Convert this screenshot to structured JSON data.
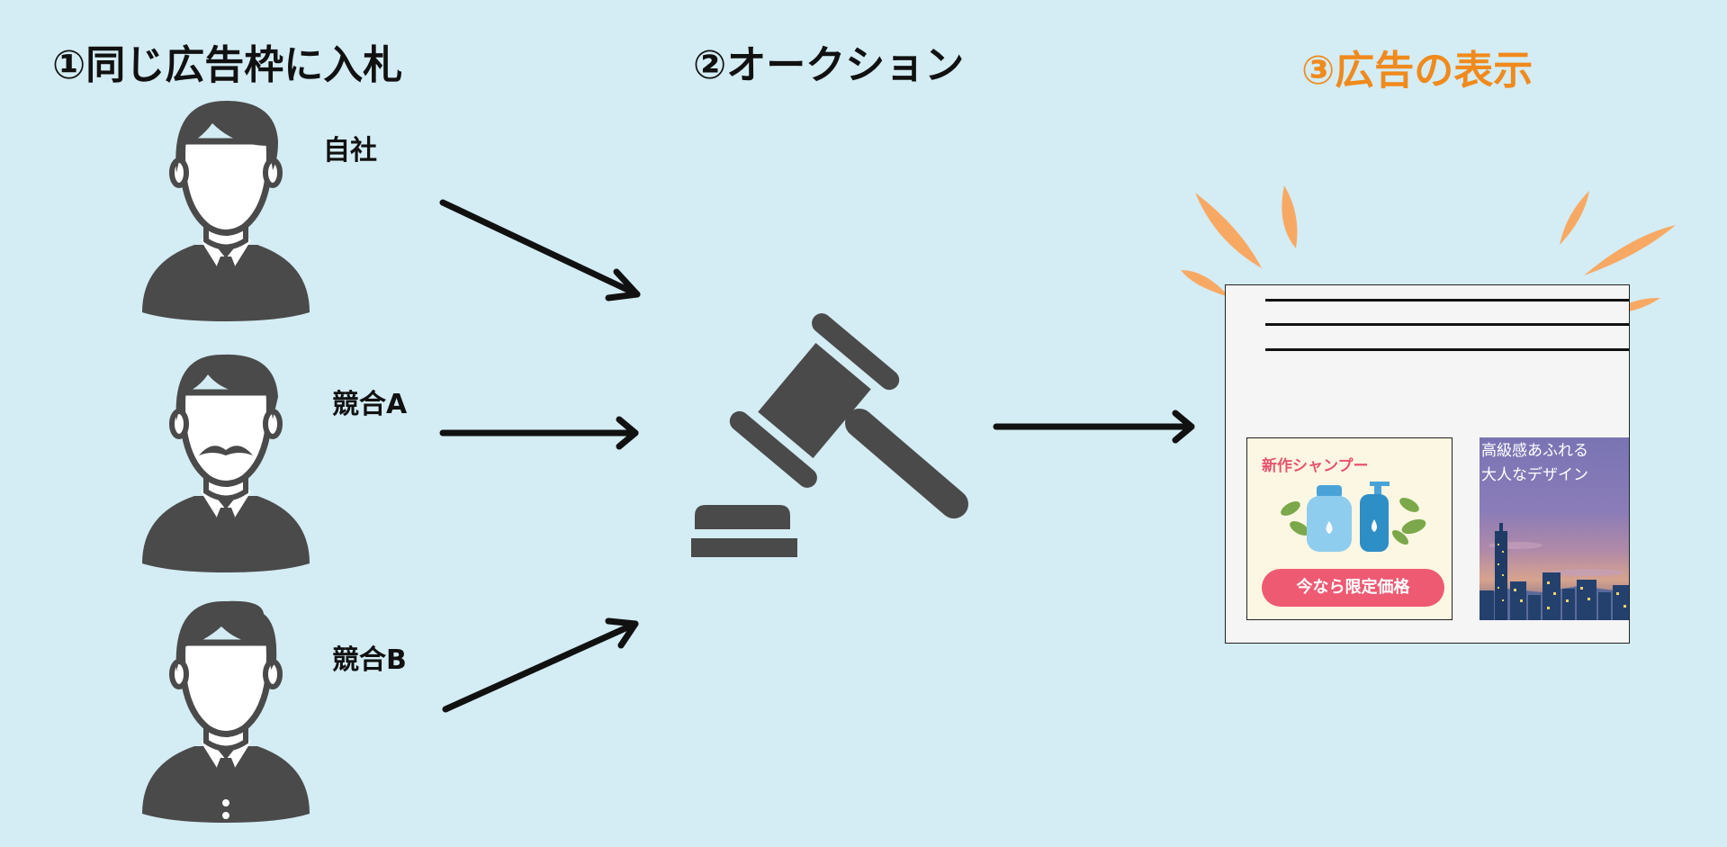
{
  "steps": {
    "step1": "①同じ広告枠に入札",
    "step2": "②オークション",
    "step3": "③広告の表示"
  },
  "bidders": [
    {
      "label": "自社",
      "icon": "businessman-icon"
    },
    {
      "label": "競合A",
      "icon": "businessman-mustache-icon"
    },
    {
      "label": "競合B",
      "icon": "businessman-icon"
    }
  ],
  "auction": {
    "icon": "gavel-icon"
  },
  "ads": {
    "shampoo": {
      "title": "新作シャンプー",
      "cta": "今なら限定価格"
    },
    "city": {
      "line1": "高級感あふれる",
      "line2": "大人なデザイン"
    }
  },
  "colors": {
    "background": "#d4ecf4",
    "icon": "#4a4a4a",
    "highlight_heading": "#f08a1c",
    "burst": "#f7a964",
    "cta": "#ef5a73"
  }
}
